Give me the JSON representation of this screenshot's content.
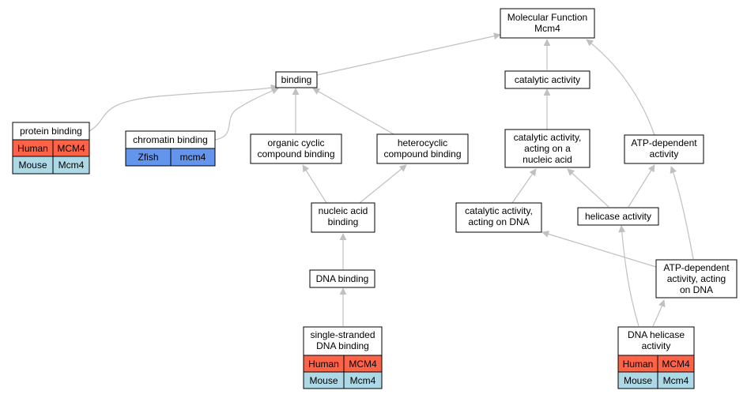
{
  "root": {
    "line1": "Molecular Function",
    "line2": "Mcm4"
  },
  "nodes": {
    "binding": "binding",
    "catalytic_activity": "catalytic activity",
    "protein_binding": "protein binding",
    "chromatin_binding": "chromatin binding",
    "organic_cyclic": [
      "organic cyclic",
      "compound binding"
    ],
    "heterocyclic": [
      "heterocyclic",
      "compound binding"
    ],
    "catalytic_nucleic": [
      "catalytic activity,",
      "acting on a",
      "nucleic acid"
    ],
    "atp_dependent": [
      "ATP-dependent",
      "activity"
    ],
    "nucleic_acid_binding": [
      "nucleic acid",
      "binding"
    ],
    "catalytic_dna": [
      "catalytic activity,",
      "acting on DNA"
    ],
    "helicase_activity": "helicase activity",
    "atp_dependent_dna": [
      "ATP-dependent",
      "activity, acting",
      "on DNA"
    ],
    "dna_binding": "DNA binding",
    "ssdna_binding": [
      "single-stranded",
      "DNA binding"
    ],
    "dna_helicase": [
      "DNA helicase",
      "activity"
    ]
  },
  "annotations": {
    "protein_binding": [
      {
        "species": "Human",
        "gene": "MCM4"
      },
      {
        "species": "Mouse",
        "gene": "Mcm4"
      }
    ],
    "chromatin_binding": [
      {
        "species": "Zfish",
        "gene": "mcm4"
      }
    ],
    "ssdna_binding": [
      {
        "species": "Human",
        "gene": "MCM4"
      },
      {
        "species": "Mouse",
        "gene": "Mcm4"
      }
    ],
    "dna_helicase": [
      {
        "species": "Human",
        "gene": "MCM4"
      },
      {
        "species": "Mouse",
        "gene": "Mcm4"
      }
    ]
  },
  "colors": {
    "Human": "#ff6347",
    "Mouse": "#add8e6",
    "Zfish": "#6495ed",
    "edge": "#c0c0c0"
  }
}
